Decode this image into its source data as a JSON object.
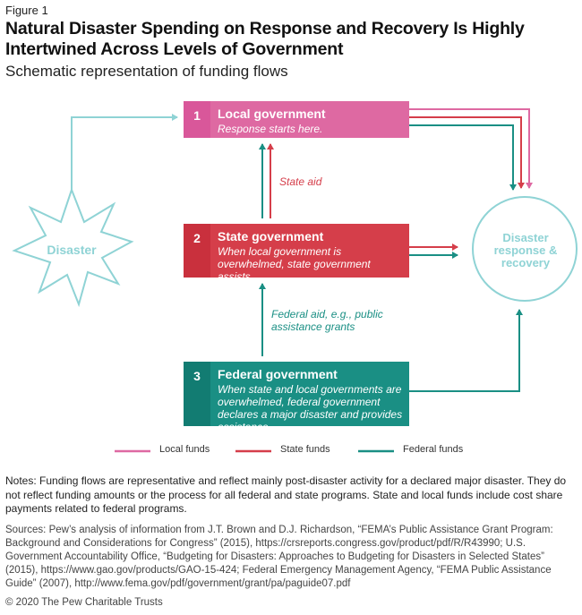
{
  "figure_label": "Figure 1",
  "title": "Natural Disaster Spending on Response and Recovery Is Highly Intertwined Across Levels of Government",
  "subtitle": "Schematic representation of funding flows",
  "colors": {
    "local": "#de69a2",
    "state": "#d53e4a",
    "federal": "#1a8f84",
    "outline": "#8fd3d5"
  },
  "nodes": {
    "disaster": "Disaster",
    "response": "Disaster response & recovery",
    "local": {
      "number": "1",
      "name": "Local government",
      "description": "Response starts here."
    },
    "state": {
      "number": "2",
      "name": "State government",
      "description": "When local government is overwhelmed, state government assists."
    },
    "federal": {
      "number": "3",
      "name": "Federal government",
      "description": "When state and local governments are overwhelmed, federal government declares a major disaster and provides assistance."
    }
  },
  "flow_labels": {
    "state_aid": "State aid",
    "federal_aid": "Federal aid, e.g., public assistance grants"
  },
  "legend": {
    "local": "Local funds",
    "state": "State funds",
    "federal": "Federal funds"
  },
  "notes": "Notes: Funding flows are representative and reflect mainly post-disaster activity for a declared major disaster. They do not reflect funding amounts or the process for all federal and state programs. State and local funds include cost share payments related to federal programs.",
  "sources": "Sources: Pew’s analysis of information from J.T. Brown and D.J. Richardson, “FEMA’s Public Assistance Grant Program: Background and Considerations for Congress” (2015), https://crsreports.congress.gov/product/pdf/R/R43990; U.S. Government Accountability Office, “Budgeting for Disasters: Approaches to Budgeting for Disasters in Selected States” (2015), https://www.gao.gov/products/GAO-15-424; Federal Emergency Management Agency, “FEMA Public Assistance Guide” (2007), http://www.fema.gov/pdf/government/grant/pa/paguide07.pdf",
  "copyright": "© 2020 The Pew Charitable Trusts"
}
